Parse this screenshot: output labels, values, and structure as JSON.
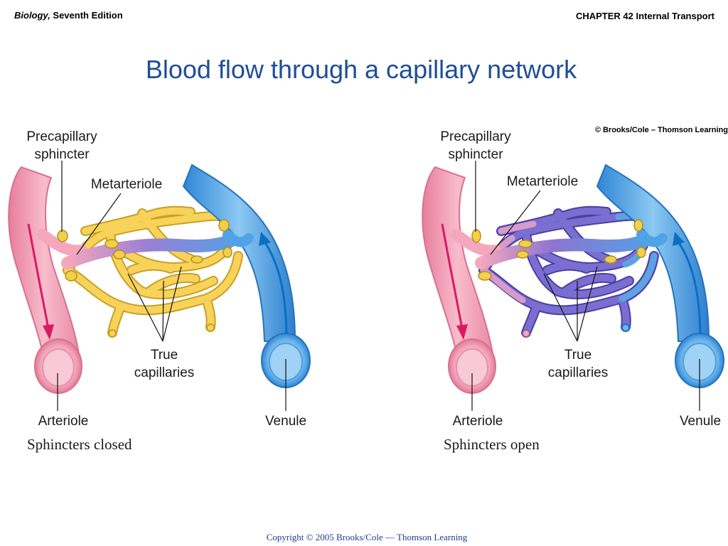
{
  "header": {
    "book_italic": "Biology,",
    "book_rest": " Seventh Edition",
    "chapter": "CHAPTER 42 Internal Transport"
  },
  "title": "Blood flow through a capillary network",
  "credit": "© Brooks/Cole – Thomson Learning",
  "panels": [
    {
      "state": "closed",
      "labels": {
        "precap_line1": "Precapillary",
        "precap_line2": "sphincter",
        "metarteriole": "Metarteriole",
        "true_line1": "True",
        "true_line2": "capillaries",
        "arteriole": "Arteriole",
        "venule": "Venule"
      },
      "caption": "Sphincters closed"
    },
    {
      "state": "open",
      "labels": {
        "precap_line1": "Precapillary",
        "precap_line2": "sphincter",
        "metarteriole": "Metarteriole",
        "true_line1": "True",
        "true_line2": "capillaries",
        "arteriole": "Arteriole",
        "venule": "Venule"
      },
      "caption": "Sphincters open"
    }
  ],
  "colors": {
    "title": "#1f4e96",
    "arteriole": "#f4a7bd",
    "venule": "#4fa3e6",
    "capillary_closed": "#f7d35a",
    "capillary_open": "#7a6fd0",
    "arrow_arterial": "#d81b60",
    "arrow_venous": "#0b6fc4"
  },
  "footer": "Copyright © 2005 Brooks/Cole — Thomson Learning"
}
